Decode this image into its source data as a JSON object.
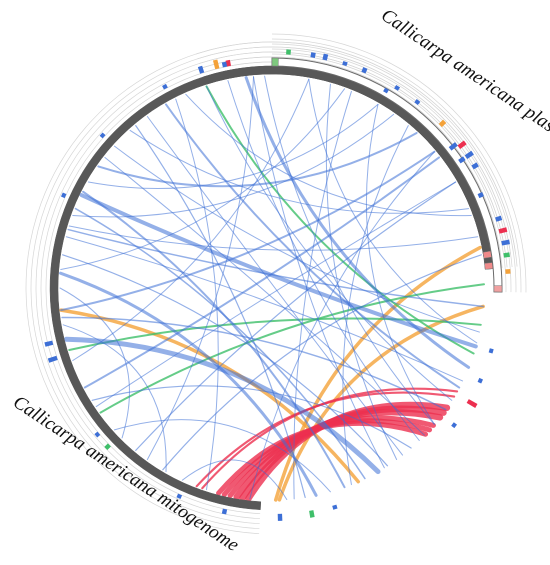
{
  "labels": {
    "plastome": "Callicarpa americana plastome",
    "mitogenome": "Callicarpa americana mitogenome"
  },
  "colors": {
    "ideogram": "#585858",
    "plastome_ideogram": "#ffffff",
    "plastome_ideogram_stroke": "#6a6a6a",
    "blue": "#3d6fd6",
    "orange": "#f4a23a",
    "red": "#ec2f4f",
    "green": "#3fbf6a",
    "guide_rings": "#d6d6d6"
  },
  "segments": [
    {
      "name": "mitogenome-segment-1",
      "start_deg": -108,
      "end_deg": -5,
      "style": "dark",
      "end_cap_color": "#f08a8a"
    },
    {
      "name": "mitogenome-segment-2",
      "start_deg": 93,
      "end_deg": 352,
      "style": "dark",
      "end_cap_color": "#f08a8a"
    },
    {
      "name": "plastome-segment",
      "start_deg": -90,
      "end_deg": 1,
      "style": "light",
      "start_cap_color": "#7ec87e",
      "end_cap_color": "#f0a0a0"
    }
  ],
  "ribbons": [
    {
      "from": 5,
      "to": 88,
      "color": "orange",
      "width": 3.5
    },
    {
      "from": 66,
      "to": 174,
      "color": "orange",
      "width": 3.5
    },
    {
      "from": -11,
      "to": 89,
      "color": "orange",
      "width": 3.5
    },
    {
      "from": 36,
      "to": 98,
      "color": "red",
      "width": 9,
      "fan": 3
    },
    {
      "from": 42,
      "to": 103,
      "color": "red",
      "width": 7,
      "fan": 3
    },
    {
      "from": 30,
      "to": 110,
      "color": "red",
      "width": 3,
      "fan": 2
    },
    {
      "from": -1,
      "to": 144,
      "color": "green",
      "width": 2
    },
    {
      "from": 18,
      "to": 252,
      "color": "green",
      "width": 2
    },
    {
      "from": 10,
      "to": 163,
      "color": "green",
      "width": 2
    },
    {
      "from": 60,
      "to": 166,
      "color": "blue",
      "width": 5
    },
    {
      "from": 78,
      "to": 184,
      "color": "blue",
      "width": 3
    },
    {
      "from": -47,
      "to": 215,
      "color": "blue",
      "width": 2
    },
    {
      "from": -40,
      "to": 174,
      "color": "blue",
      "width": 2
    },
    {
      "from": 28,
      "to": 240,
      "color": "blue",
      "width": 2
    },
    {
      "from": 70,
      "to": 207,
      "color": "blue",
      "width": 2
    },
    {
      "from": -38,
      "to": 152,
      "color": "blue",
      "width": 2
    },
    {
      "from": 22,
      "to": 263,
      "color": "blue",
      "width": 3
    },
    {
      "from": 16,
      "to": 206,
      "color": "blue",
      "width": 4
    },
    {
      "from": 64,
      "to": 202,
      "color": "blue",
      "width": 1.5
    },
    {
      "from": 81,
      "to": 230,
      "color": "blue",
      "width": 1.2
    },
    {
      "from": 5,
      "to": 196,
      "color": "blue",
      "width": 1.5
    },
    {
      "from": 35,
      "to": 172,
      "color": "blue",
      "width": 1.5
    },
    {
      "from": -9,
      "to": 121,
      "color": "blue",
      "width": 1.2
    },
    {
      "from": 49,
      "to": 148,
      "color": "blue",
      "width": 1.2
    },
    {
      "from": 57,
      "to": 189,
      "color": "blue",
      "width": 1.2
    },
    {
      "from": -30,
      "to": 130,
      "color": "blue",
      "width": 1.2
    },
    {
      "from": 40,
      "to": 268,
      "color": "blue",
      "width": 1.0
    },
    {
      "from": 46,
      "to": 258,
      "color": "blue",
      "width": 1.0
    },
    {
      "from": -20,
      "to": 246,
      "color": "blue",
      "width": 1.0
    },
    {
      "from": 12,
      "to": 222,
      "color": "blue",
      "width": 1.0
    },
    {
      "from": 74,
      "to": 138,
      "color": "blue",
      "width": 1.0
    },
    {
      "from": 52,
      "to": 234,
      "color": "blue",
      "width": 1.0
    },
    {
      "from": -55,
      "to": 200,
      "color": "blue",
      "width": 1.0
    },
    {
      "from": 86,
      "to": 115,
      "color": "blue",
      "width": 1.0
    },
    {
      "from": 135,
      "to": 180,
      "color": "blue",
      "width": 1.0
    },
    {
      "from": -60,
      "to": 210,
      "color": "blue",
      "width": 1.0
    },
    {
      "from": 170,
      "to": 120,
      "color": "blue",
      "width": 1.0
    },
    {
      "from": 194,
      "to": 26,
      "color": "blue",
      "width": 1.0
    },
    {
      "from": 286,
      "to": 54,
      "color": "blue",
      "width": 1.0
    },
    {
      "from": 292,
      "to": 84,
      "color": "blue",
      "width": 1.0
    },
    {
      "from": 280,
      "to": 15,
      "color": "blue",
      "width": 1.0
    },
    {
      "from": 300,
      "to": 40,
      "color": "blue",
      "width": 1.0
    },
    {
      "from": 310,
      "to": 68,
      "color": "blue",
      "width": 1.0
    },
    {
      "from": 320,
      "to": 96,
      "color": "blue",
      "width": 1.0
    },
    {
      "from": 330,
      "to": 146,
      "color": "blue",
      "width": 1.0
    },
    {
      "from": 338,
      "to": 228,
      "color": "blue",
      "width": 1.0
    },
    {
      "from": 346,
      "to": 197,
      "color": "blue",
      "width": 1.0
    },
    {
      "from": 252,
      "to": 32,
      "color": "blue",
      "width": 1.0
    },
    {
      "from": 265,
      "to": 58,
      "color": "blue",
      "width": 1.0
    },
    {
      "from": 243,
      "to": 108,
      "color": "blue",
      "width": 1.0
    },
    {
      "from": 218,
      "to": 44,
      "color": "blue",
      "width": 1.0
    },
    {
      "from": -70,
      "to": 185,
      "color": "blue",
      "width": 1.0
    },
    {
      "from": -80,
      "to": 160,
      "color": "blue",
      "width": 1.0
    },
    {
      "from": -95,
      "to": 126,
      "color": "blue",
      "width": 1.0
    }
  ],
  "ticks": [
    {
      "deg": -104,
      "color": "orange",
      "len": 9
    },
    {
      "deg": -101,
      "color": "red",
      "len": 6
    },
    {
      "deg": -86,
      "color": "green",
      "len": 5
    },
    {
      "deg": -80,
      "color": "blue",
      "len": 5
    },
    {
      "deg": -77,
      "color": "blue",
      "len": 6
    },
    {
      "deg": -72,
      "color": "blue",
      "len": 4
    },
    {
      "deg": -67,
      "color": "blue",
      "len": 5
    },
    {
      "deg": -58,
      "color": "blue",
      "len": 4
    },
    {
      "deg": -52,
      "color": "blue",
      "len": 4
    },
    {
      "deg": -44,
      "color": "orange",
      "len": 6
    },
    {
      "deg": -37,
      "color": "red",
      "len": 8
    },
    {
      "deg": -34,
      "color": "blue",
      "len": 8
    },
    {
      "deg": -31,
      "color": "blue",
      "len": 6
    },
    {
      "deg": -17,
      "color": "blue",
      "len": 6
    },
    {
      "deg": -14,
      "color": "red",
      "len": 8
    },
    {
      "deg": -11,
      "color": "blue",
      "len": 8
    },
    {
      "deg": -8,
      "color": "green",
      "len": 6
    },
    {
      "deg": -4,
      "color": "orange",
      "len": 5
    },
    {
      "deg": 16,
      "color": "blue",
      "len": 4
    },
    {
      "deg": 24,
      "color": "blue",
      "len": 4
    },
    {
      "deg": 30,
      "color": "red",
      "len": 10
    },
    {
      "deg": 37,
      "color": "blue",
      "len": 4
    },
    {
      "deg": 74,
      "color": "blue",
      "len": 4
    },
    {
      "deg": 80,
      "color": "green",
      "len": 7
    },
    {
      "deg": 88,
      "color": "blue",
      "len": 7
    },
    {
      "deg": 102,
      "color": "blue",
      "len": 5
    },
    {
      "deg": 114,
      "color": "blue",
      "len": 4
    },
    {
      "deg": 136,
      "color": "green",
      "len": 5
    },
    {
      "deg": 140,
      "color": "blue",
      "len": 4
    },
    {
      "deg": 162,
      "color": "blue",
      "len": 9
    },
    {
      "deg": 166,
      "color": "blue",
      "len": 8
    },
    {
      "deg": 204,
      "color": "blue",
      "len": 4
    },
    {
      "deg": 222,
      "color": "blue",
      "len": 4
    },
    {
      "deg": 242,
      "color": "blue",
      "len": 4
    },
    {
      "deg": 252,
      "color": "blue",
      "len": 7
    },
    {
      "deg": 258,
      "color": "blue",
      "len": 5
    },
    {
      "deg": 300,
      "color": "blue",
      "len": 4
    },
    {
      "deg": 322,
      "color": "blue",
      "len": 8
    },
    {
      "deg": 326,
      "color": "blue",
      "len": 6
    },
    {
      "deg": 336,
      "color": "blue",
      "len": 5
    }
  ]
}
